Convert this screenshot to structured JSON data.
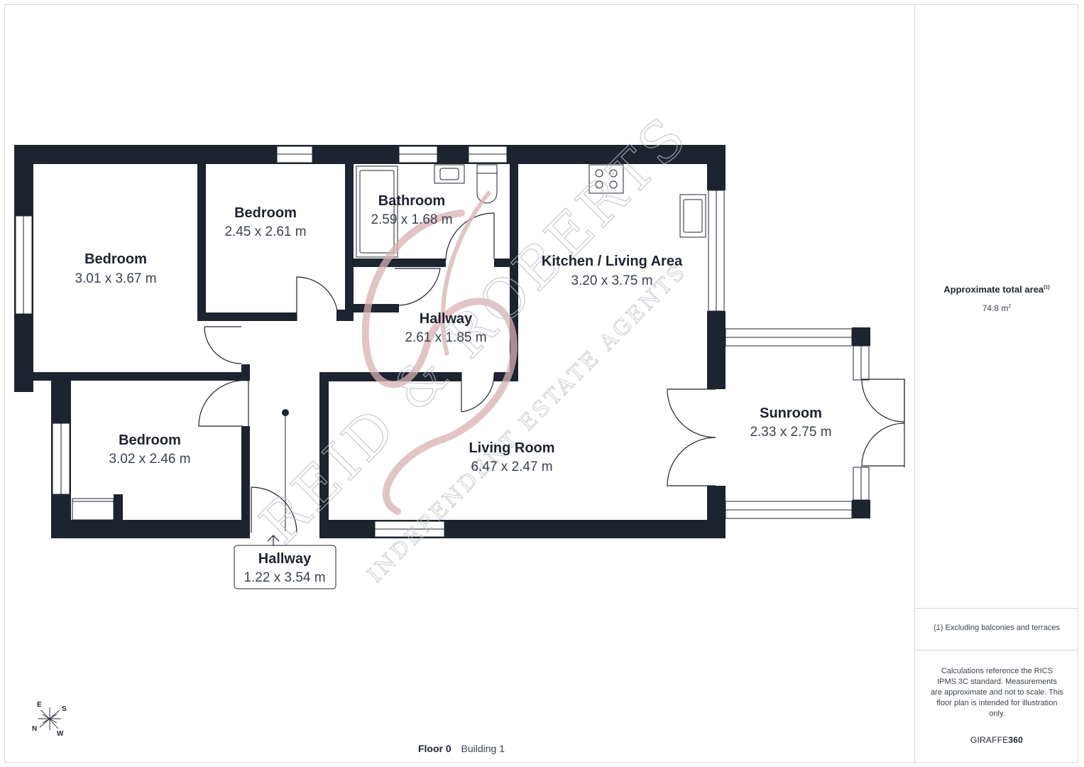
{
  "rooms": [
    {
      "id": "bedroom1",
      "name": "Bedroom",
      "dims": "3.01 x 3.67 m"
    },
    {
      "id": "bedroom2",
      "name": "Bedroom",
      "dims": "2.45 x 2.61 m"
    },
    {
      "id": "bathroom",
      "name": "Bathroom",
      "dims": "2.59 x 1.68 m"
    },
    {
      "id": "kitchen",
      "name": "Kitchen / Living Area",
      "dims": "3.20 x 3.75 m"
    },
    {
      "id": "hallway_inner",
      "name": "Hallway",
      "dims": "2.61 x 1.85 m"
    },
    {
      "id": "sunroom",
      "name": "Sunroom",
      "dims": "2.33 x 2.75 m"
    },
    {
      "id": "bedroom3",
      "name": "Bedroom",
      "dims": "3.02 x 2.46 m"
    },
    {
      "id": "living",
      "name": "Living Room",
      "dims": "6.47 x 2.47 m"
    },
    {
      "id": "hallway_entry",
      "name": "Hallway",
      "dims": "1.22 x 3.54 m"
    }
  ],
  "sidebar": {
    "area_label": "Approximate total area",
    "area_label_sup": "(1)",
    "area_value": "74.8 m",
    "area_value_sup": "2",
    "footnote": "(1) Excluding balconies and terraces",
    "disclaimer": "Calculations reference the RICS IPMS 3C standard. Measurements are approximate and not to scale. This floor plan is intended for illustration only.",
    "brand_light": "GIRAFFE",
    "brand_bold": "360"
  },
  "footer": {
    "floor": "Floor 0",
    "building": "Building 1"
  },
  "watermark": {
    "line1": "REID & ROBERTS",
    "line2": "INDEPENDENT ESTATE AGENTS"
  },
  "compass": {
    "n": "N",
    "e": "E",
    "s": "S",
    "w": "W"
  },
  "colors": {
    "wall": "#1e2330",
    "window": "#ffffff",
    "watermark": "#d9b1b4",
    "text": "#1e2330",
    "dim_text": "#3a4150"
  }
}
